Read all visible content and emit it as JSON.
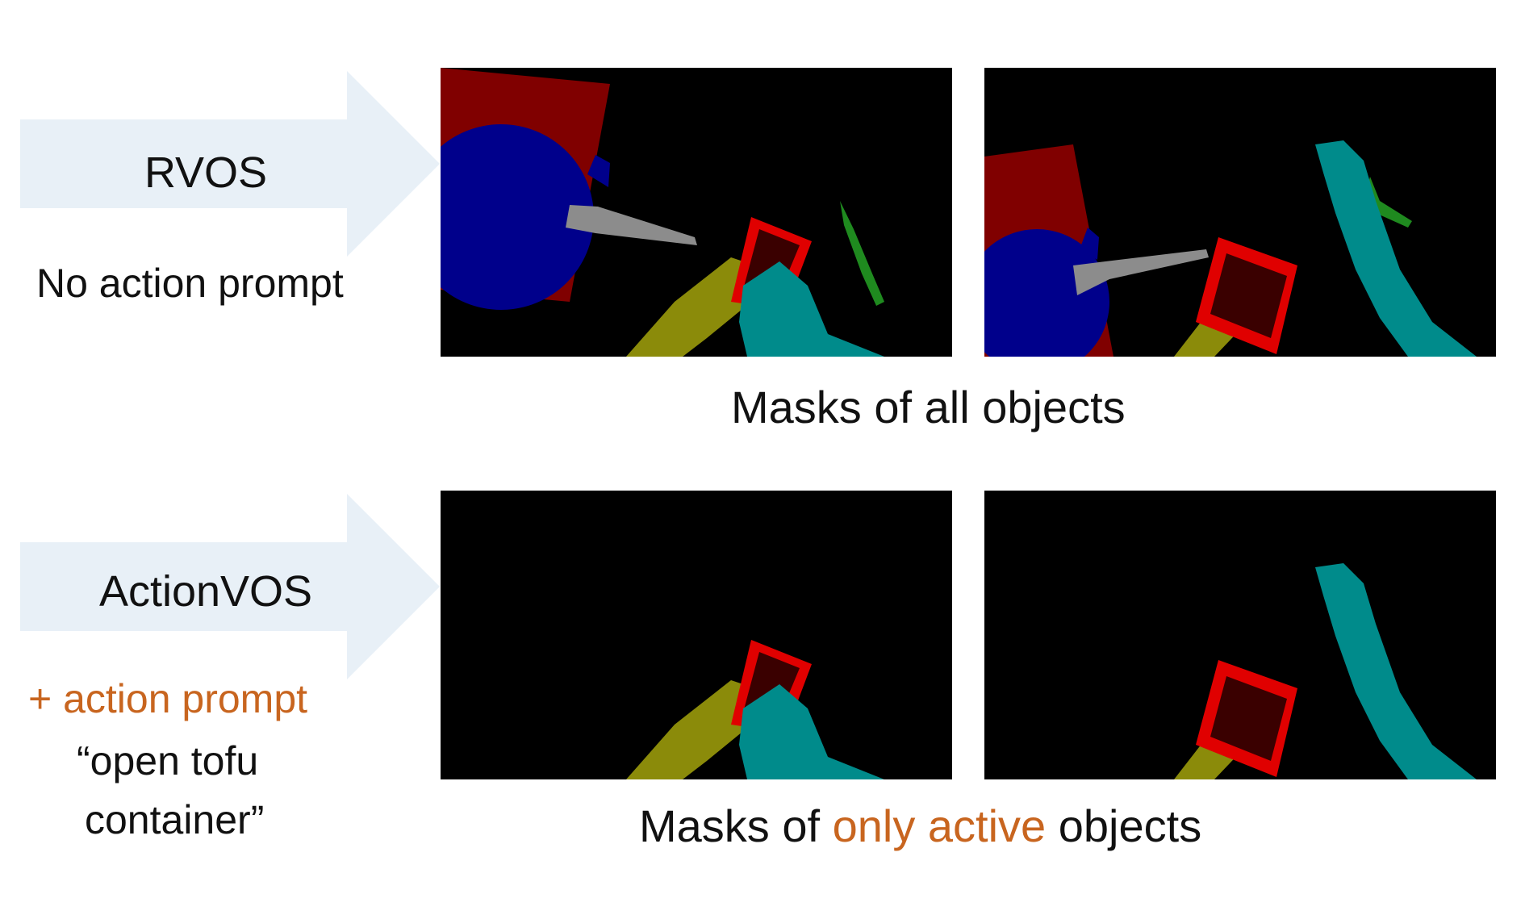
{
  "rows": [
    {
      "method": "RVOS",
      "prompt_line": "No action prompt",
      "caption_prefix": "Masks of all objects",
      "caption_highlight": "",
      "caption_suffix": ""
    },
    {
      "method": "ActionVOS",
      "prompt_line": "+ action prompt",
      "prompt_quote_1": "“open tofu",
      "prompt_quote_2": "container”",
      "caption_prefix": "Masks of ",
      "caption_highlight": "only active",
      "caption_suffix": " objects"
    }
  ],
  "colors": {
    "arrow": "#e8f0f7",
    "accent": "#c8651f",
    "mask_board": "#800000",
    "mask_bowl": "#00008b",
    "mask_spatula": "#8c8c8c",
    "mask_knife": "#1f8a1f",
    "mask_left_hand": "#8b8b0a",
    "mask_right_hand": "#008b8b",
    "mask_container": "#e00000",
    "mask_tofu": "#3a0000"
  }
}
